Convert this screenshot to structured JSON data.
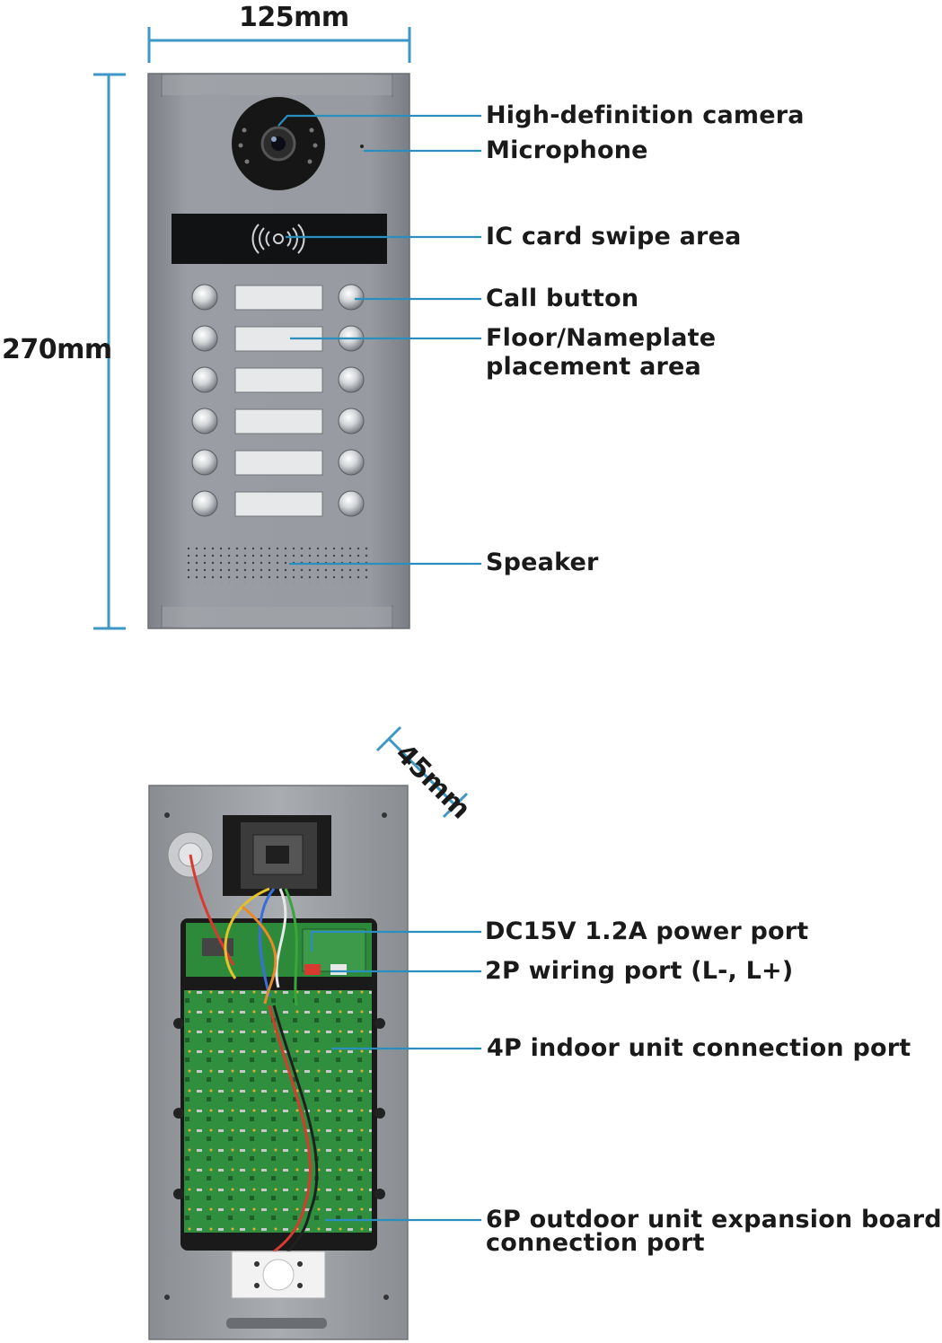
{
  "dimensions": {
    "width": "125mm",
    "height": "270mm",
    "depth": "45mm"
  },
  "front_callouts": {
    "camera": "High-definition camera",
    "microphone": "Microphone",
    "ic_card": "IC card swipe area",
    "call_button": "Call button",
    "nameplate_line1": "Floor/Nameplate",
    "nameplate_line2": "placement area",
    "speaker": "Speaker"
  },
  "back_callouts": {
    "power_port": "DC15V 1.2A power port",
    "wiring_port": "2P wiring port (L-, L+)",
    "indoor_port": "4P indoor unit connection port",
    "expansion_line1": "6P outdoor unit expansion board",
    "expansion_line2": "connection port"
  },
  "colors": {
    "leader": "#2a8fbf",
    "panel": "#8e9399",
    "pcb": "#2f8f3e"
  }
}
